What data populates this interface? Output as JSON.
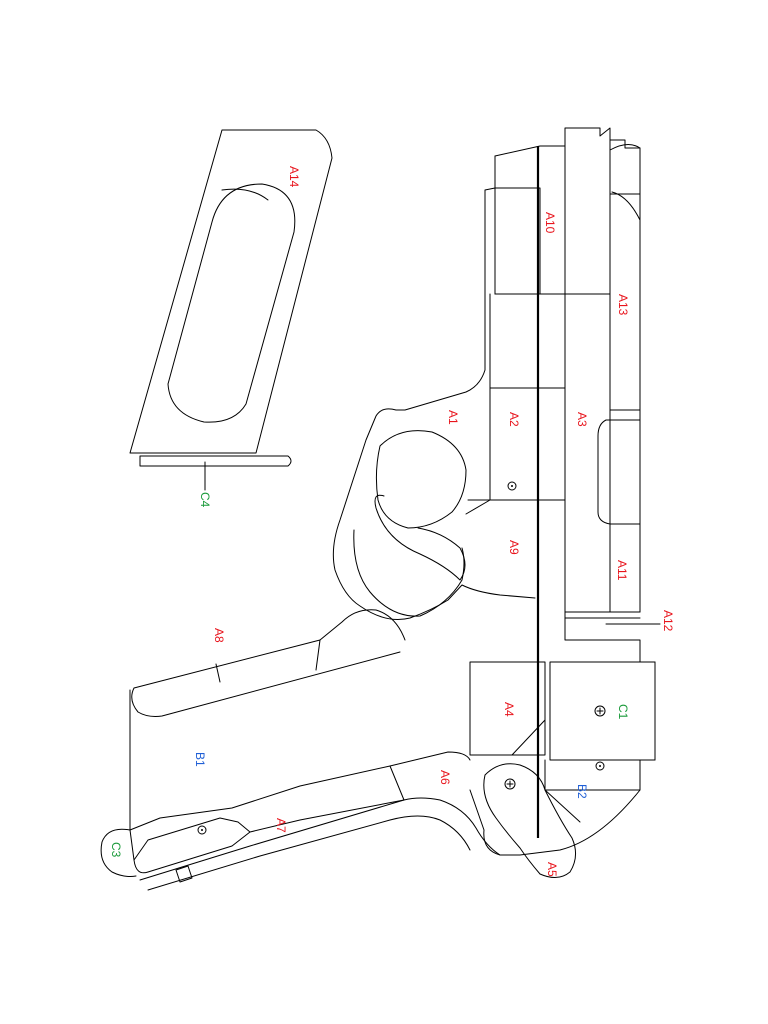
{
  "colors": {
    "line": "#000000",
    "label_a": "#e8141c",
    "label_b": "#1f5fd6",
    "label_c": "#1a9a3a"
  },
  "labels": {
    "a1": "A1",
    "a2": "A2",
    "a3": "A3",
    "a4": "A4",
    "a5": "A5",
    "a6": "A6",
    "a7": "A7",
    "a8": "A8",
    "a9": "A9",
    "a10": "A10",
    "a11": "A11",
    "a12": "A12",
    "a13": "A13",
    "a14": "A14",
    "b1": "B1",
    "b2": "B2",
    "c1": "C1",
    "c3": "C3",
    "c4": "C4"
  }
}
